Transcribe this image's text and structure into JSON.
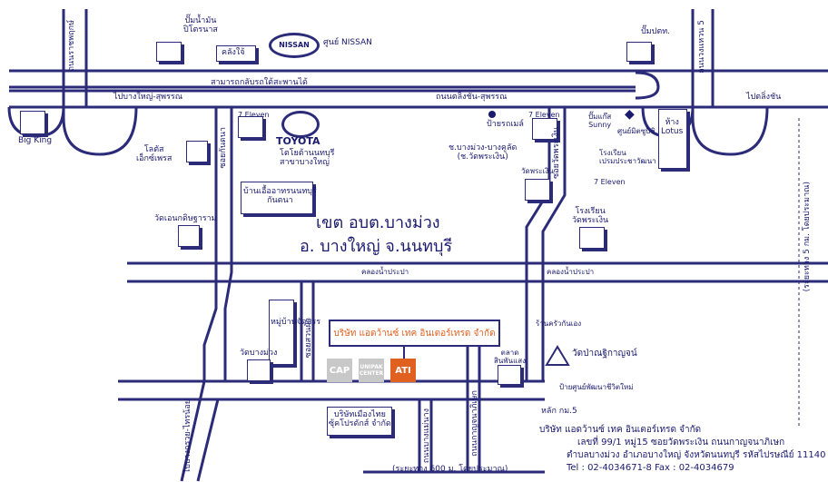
{
  "roads": {
    "main_east": "ถนนตลิ่งชัน-สุพรรณ",
    "to_bangyai": "ไปบางใหญ่-สุพรรณ",
    "to_talingchan": "ไปตลิ่งชัน",
    "flyover": "สามารถกลับรถใต้สะพานได้",
    "ratchaphruek": "ถนนราชพฤกษ์",
    "kanchanaphisek": "ถนนวงแหวน 5",
    "to_bangkruai": "ไปบางกรวย-ไทรน้อย",
    "soi_kantana": "ซอยกันตนา",
    "soi_watphraphoen": "ซอยวัดพระเงิน",
    "soi_suan_phak": "ซอยสวนผัก",
    "rd_bang_mae_nang": "ถนนบางแม่นาง",
    "rd_kanchanaphisek_inner": "ถนนกาญจนาภิเษก",
    "khlong_west": "คลองน้ำประปา",
    "khlong_east": "คลองน้ำประปา",
    "dist_600": "(ระยะทาง  600 ม. โดยประมาณ)",
    "dist_5km": "(ระยะทาง 5 กม. โดยประมาณ)"
  },
  "places": {
    "ptt_top": "ปั๊มน้ำมัน\nปิโตรนาส",
    "klang_yai": "คลังใจ้",
    "nissan_label": "ศูนย์ NISSAN",
    "ptt_right": "ปั๊มปตท.",
    "big_king": "Big King",
    "seven_a": "7 Eleven",
    "toyota_brand": "TOYOTA",
    "toyota_branch": "โตโยต้านนทบุรี\nสาขาบางใหญ่",
    "bus_stop": "ป้ายรถเมล์",
    "seven_b": "7 Eleven",
    "ptt_sunny": "ปั๊มแก๊ส\nSunny",
    "mitsubishi": "ศูนย์มิตซูบิชิ",
    "lotus": "ห้าง\nLotus",
    "lotus_school": "โรงเรียน\nเปรมประชาวัฒนา",
    "seven_c": "7 Eleven",
    "nakhon_label": "ช.บางม่วง-บางคูลัด\n(ช.วัดพระเงิน)",
    "wat_phraphoen_top": "วัดพระเงิน",
    "lotus_west": "โลตัส\nเอ็กซ์เพรส",
    "village_kantana": "บ้านเอื้ออาทรนนทบุรี\nกันตนา",
    "wat_sinthararam": "วัดเอนกดิษฐาราม",
    "wat_phraphoen_school": "โรงเรียน\nวัดพระเงิน",
    "area_line1": "เขต อบต.บางม่วง",
    "area_line2": "อ. บางใหญ่  จ.นนทบุรี",
    "village_main": "หมู่บ้านจัดสรร",
    "wat_bang_muang": "วัดบางม่วง",
    "restaurant": "ร้านครัวกันเอง",
    "market": "ตลาด\nสินพันแสง",
    "wat_pa": "วัดป่าณฐิกาญจน์",
    "health_center": "ป้ายศูนย์พัฒนาชีวิตใหม่",
    "km5": "หลัก กม.5",
    "company_box": "บริษัท แอดว้านซ์ เทค อินเตอร์เทรด จำกัด",
    "neighbor_company": "บริษัทเมืองไทย\nซุ้คโปรดักส์ จำกัด",
    "bld_cap": "CAP",
    "bld_unipak": "UNIPAK\nCENTER",
    "bld_ati": "ATI"
  },
  "address": {
    "line1": "บริษัท  แอดว้านซ์ เทค อินเตอร์เทรด  จำกัด",
    "line2": "เลขที่ 99/1  หมู่15  ซอยวัดพระเงิน ถนนกาญจนาภิเษก",
    "line3": "ตำบลบางม่วง อำเภอบางใหญ่ จังหวัดนนทบุรี    รหัสไปรษณีย์ 11140",
    "line4": "Tel : 02-4034671-8 Fax : 02-4034679"
  },
  "colors": {
    "road": "#2b2b7a",
    "accent": "#e06020",
    "building": "#c8c8c8"
  }
}
